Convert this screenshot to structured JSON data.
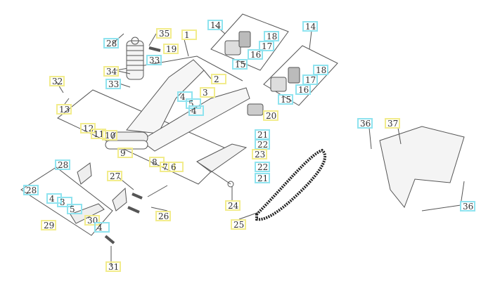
{
  "diagram": {
    "title": "Swing arm / rear suspension / chain exploded parts view",
    "colors": {
      "callout_yellow": "#f2ec8c",
      "callout_cyan": "#8fe3ef",
      "line": "#555555"
    },
    "labels": [
      {
        "text": "28",
        "style": "c"
      },
      {
        "text": "35",
        "style": "y"
      },
      {
        "text": "1",
        "style": "y"
      },
      {
        "text": "19",
        "style": "y"
      },
      {
        "text": "33",
        "style": "c"
      },
      {
        "text": "34",
        "style": "y"
      },
      {
        "text": "2",
        "style": "y"
      },
      {
        "text": "33",
        "style": "c"
      },
      {
        "text": "32",
        "style": "y"
      },
      {
        "text": "13",
        "style": "y"
      },
      {
        "text": "4",
        "style": "c"
      },
      {
        "text": "3",
        "style": "y"
      },
      {
        "text": "5",
        "style": "c"
      },
      {
        "text": "4",
        "style": "c"
      },
      {
        "text": "12",
        "style": "y"
      },
      {
        "text": "11",
        "style": "y"
      },
      {
        "text": "10",
        "style": "y"
      },
      {
        "text": "9",
        "style": "y"
      },
      {
        "text": "8",
        "style": "y"
      },
      {
        "text": "7",
        "style": "y"
      },
      {
        "text": "6",
        "style": "y"
      },
      {
        "text": "14",
        "style": "c"
      },
      {
        "text": "18",
        "style": "c"
      },
      {
        "text": "17",
        "style": "c"
      },
      {
        "text": "16",
        "style": "c"
      },
      {
        "text": "15",
        "style": "c"
      },
      {
        "text": "14",
        "style": "c"
      },
      {
        "text": "18",
        "style": "c"
      },
      {
        "text": "17",
        "style": "c"
      },
      {
        "text": "16",
        "style": "c"
      },
      {
        "text": "15",
        "style": "c"
      },
      {
        "text": "20",
        "style": "y"
      },
      {
        "text": "21",
        "style": "c"
      },
      {
        "text": "22",
        "style": "c"
      },
      {
        "text": "23",
        "style": "y"
      },
      {
        "text": "22",
        "style": "c"
      },
      {
        "text": "21",
        "style": "c"
      },
      {
        "text": "24",
        "style": "y"
      },
      {
        "text": "25",
        "style": "y"
      },
      {
        "text": "36",
        "style": "c"
      },
      {
        "text": "37",
        "style": "y"
      },
      {
        "text": "36",
        "style": "c"
      },
      {
        "text": "28",
        "style": "c"
      },
      {
        "text": "27",
        "style": "y"
      },
      {
        "text": "28",
        "style": "c"
      },
      {
        "text": "4",
        "style": "c"
      },
      {
        "text": "3",
        "style": "c"
      },
      {
        "text": "5",
        "style": "c"
      },
      {
        "text": "30",
        "style": "y"
      },
      {
        "text": "4",
        "style": "c"
      },
      {
        "text": "29",
        "style": "y"
      },
      {
        "text": "26",
        "style": "y"
      },
      {
        "text": "31",
        "style": "y"
      }
    ]
  }
}
